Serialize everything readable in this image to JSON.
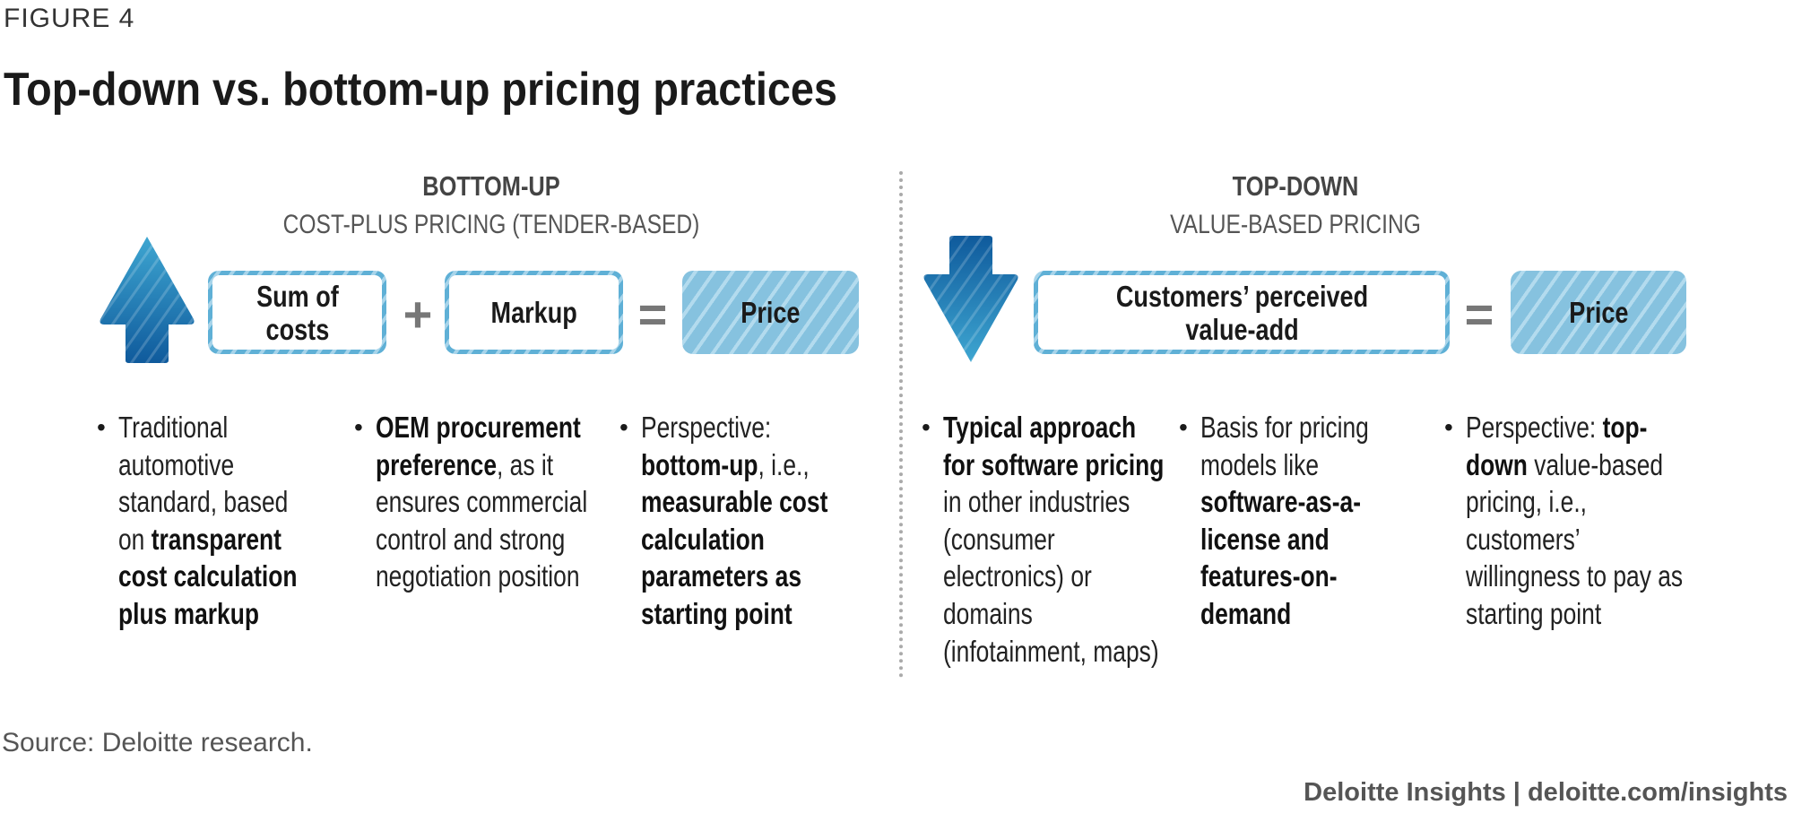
{
  "figure_label": "FIGURE 4",
  "title": "Top-down vs. bottom-up pricing practices",
  "bottom_up": {
    "heading": "BOTTOM-UP",
    "subheading": "COST-PLUS PRICING (TENDER-BASED)",
    "arrow_icon": "arrow-up-icon",
    "boxes": [
      {
        "lines": [
          "Sum of",
          "costs"
        ]
      },
      {
        "lines": [
          "Markup"
        ]
      },
      {
        "lines": [
          "Price"
        ]
      }
    ],
    "operators": [
      "+",
      "="
    ],
    "bullets": [
      [
        {
          "t": "Traditional automotive standard, based on ",
          "b": false
        },
        {
          "t": "transparent cost calculation plus markup",
          "b": true
        }
      ],
      [
        {
          "t": "OEM procurement preference",
          "b": true
        },
        {
          "t": ", as it ensures commercial control and strong negotiation position",
          "b": false
        }
      ],
      [
        {
          "t": "Perspective: ",
          "b": false
        },
        {
          "t": "bottom-up",
          "b": true
        },
        {
          "t": ", i.e., ",
          "b": false
        },
        {
          "t": "measurable cost calculation parameters as starting point",
          "b": true
        }
      ]
    ]
  },
  "top_down": {
    "heading": "TOP-DOWN",
    "subheading": "VALUE-BASED PRICING",
    "arrow_icon": "arrow-down-icon",
    "boxes": [
      {
        "lines": [
          "Customers’ perceived",
          "value-add"
        ]
      },
      {
        "lines": [
          "Price"
        ]
      }
    ],
    "operators": [
      "="
    ],
    "bullets": [
      [
        {
          "t": "Typical approach for software pricing",
          "b": true
        },
        {
          "t": " in other industries (consumer electronics) or domains (infotainment, maps)",
          "b": false
        }
      ],
      [
        {
          "t": "Basis for pricing models like ",
          "b": false
        },
        {
          "t": "software-as-a-license and features-on-demand",
          "b": true
        }
      ],
      [
        {
          "t": "Perspective: ",
          "b": false
        },
        {
          "t": "top-down",
          "b": true
        },
        {
          "t": " value-based pricing, i.e., customers’ willingness to pay as starting point",
          "b": false
        }
      ]
    ]
  },
  "source": "Source: Deloitte research.",
  "footer": "Deloitte Insights | deloitte.com/insights",
  "colors": {
    "arrow_dark": "#0f5a9c",
    "arrow_light": "#3ea6d1",
    "box_border": "#5fb0d6",
    "box_fill": "#86c2df"
  }
}
